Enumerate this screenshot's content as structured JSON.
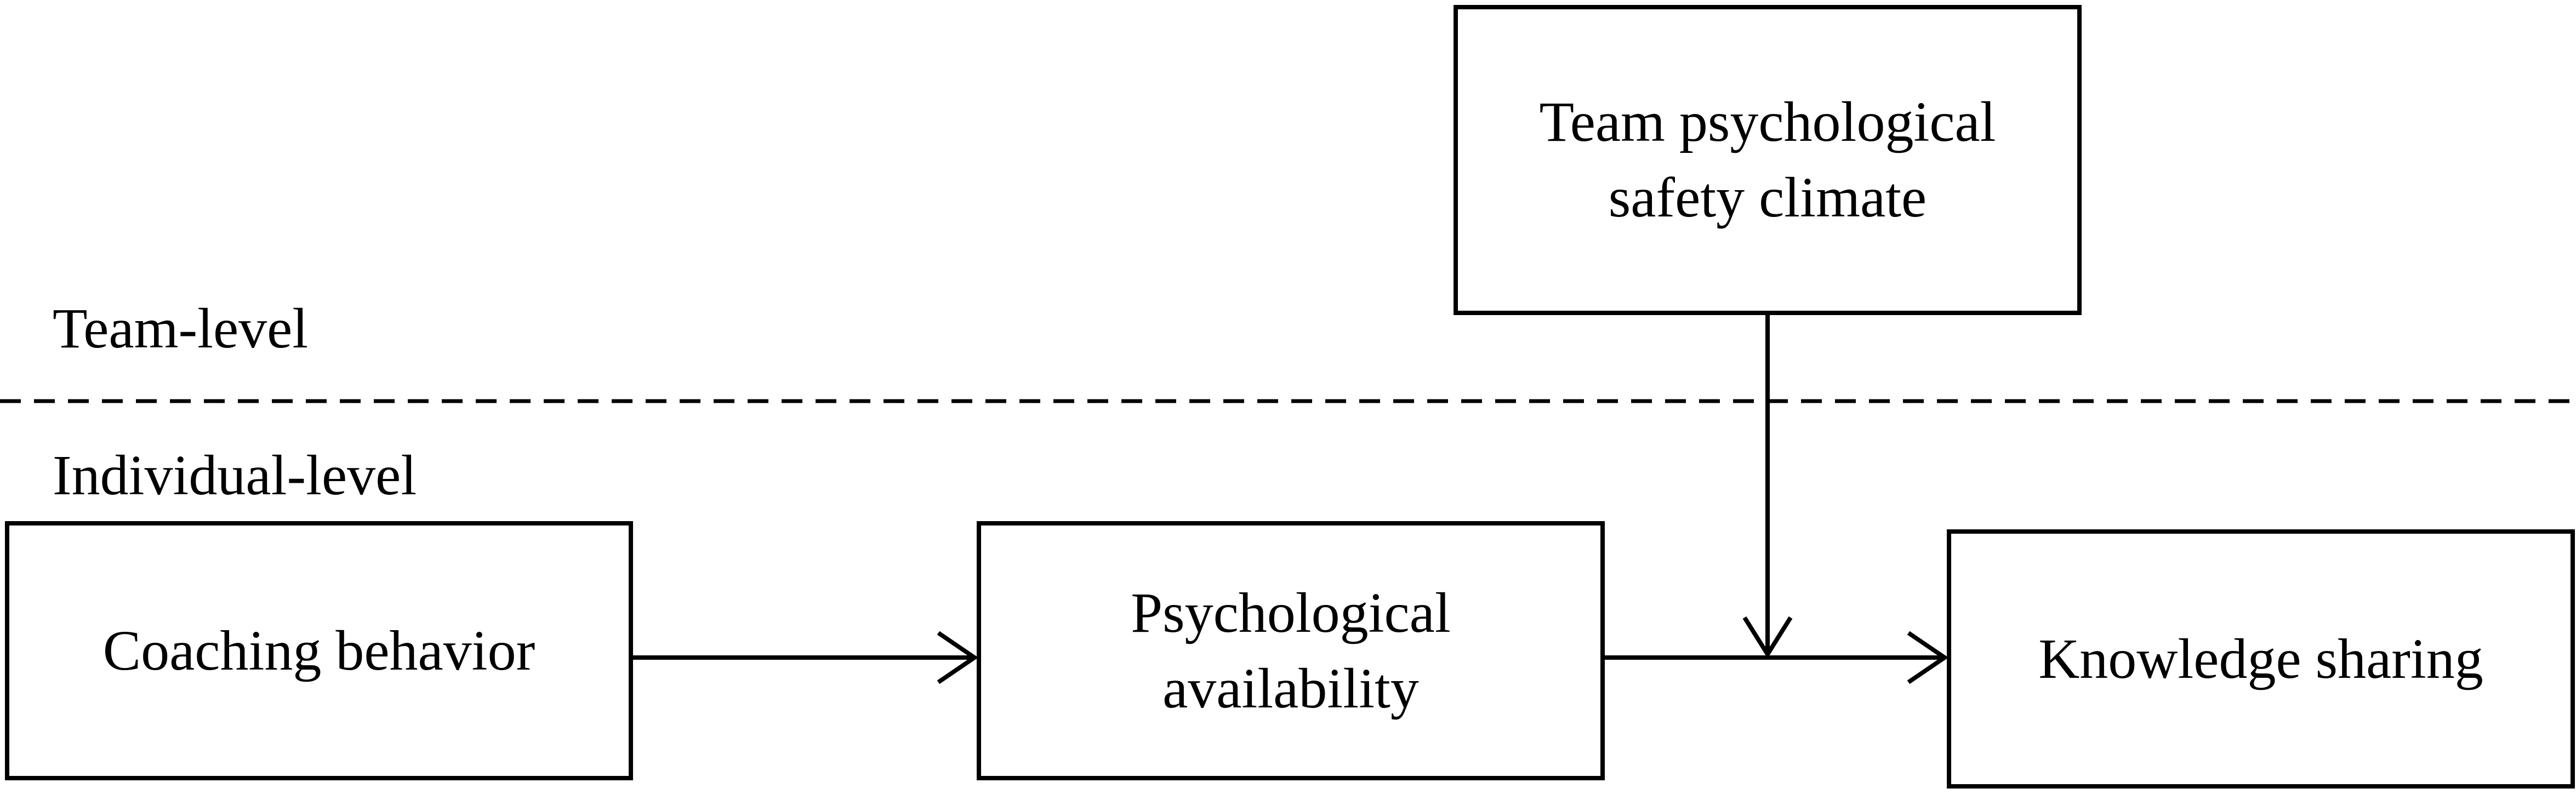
{
  "diagram": {
    "boxes": {
      "climate": {
        "line1": "Team psychological",
        "line2": "safety climate"
      },
      "coaching": {
        "text": "Coaching behavior"
      },
      "availability": {
        "line1": "Psychological",
        "line2": "availability"
      },
      "knowledge": {
        "text": "Knowledge sharing"
      }
    },
    "levels": {
      "team": "Team-level",
      "individual": "Individual-level"
    },
    "colors": {
      "stroke": "#000000",
      "background": "#ffffff"
    }
  }
}
